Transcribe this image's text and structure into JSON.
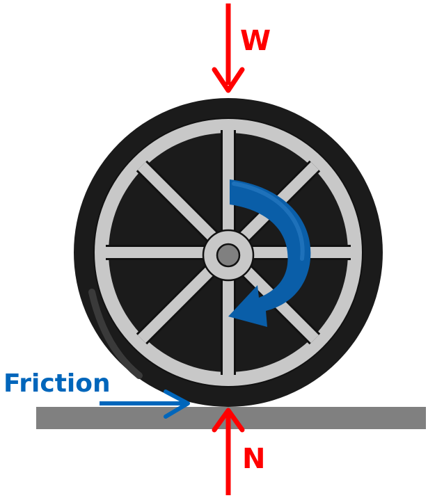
{
  "labels": {
    "weight": "W",
    "normal": "N",
    "friction": "Friction"
  },
  "colors": {
    "force_arrow": "#ff0000",
    "friction": "#0066bb",
    "rotation_arrow": "#0a5ea8",
    "ground": "#808080",
    "tire": "#1b1b1b",
    "rim": "#c8c8c8",
    "hub": "#808080"
  },
  "icons": {
    "rotation": "clockwise-rotation-arrow-icon"
  }
}
